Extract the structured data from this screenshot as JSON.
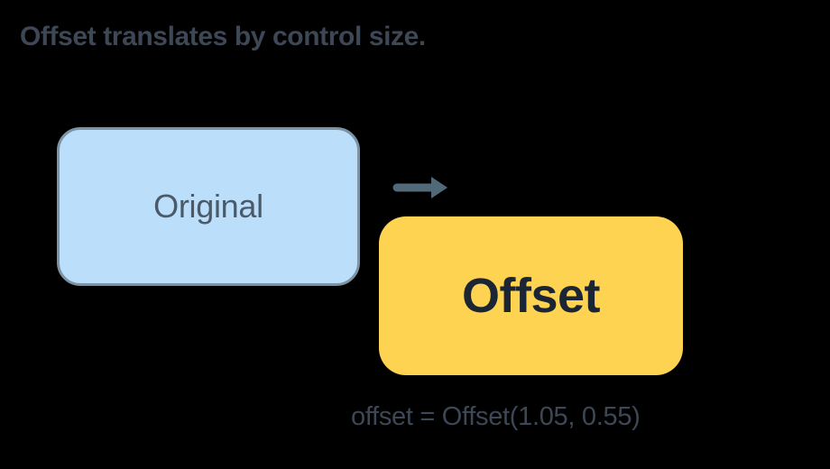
{
  "title": "Offset translates by control size.",
  "original_box": {
    "label": "Original"
  },
  "offset_box": {
    "label": "Offset"
  },
  "arrow_icon": {
    "name": "arrow-right-icon",
    "direction": "right"
  },
  "caption": "offset = Offset(1.05, 0.55)",
  "colors": {
    "background": "#000000",
    "title_text": "#3D4755",
    "original_fill": "#BBDEFB",
    "original_border": "#7D93A4",
    "original_text": "#4A5A68",
    "offset_fill": "#FED351",
    "offset_text": "#1C2533",
    "arrow": "#52697A",
    "caption_text": "#3D4755"
  }
}
